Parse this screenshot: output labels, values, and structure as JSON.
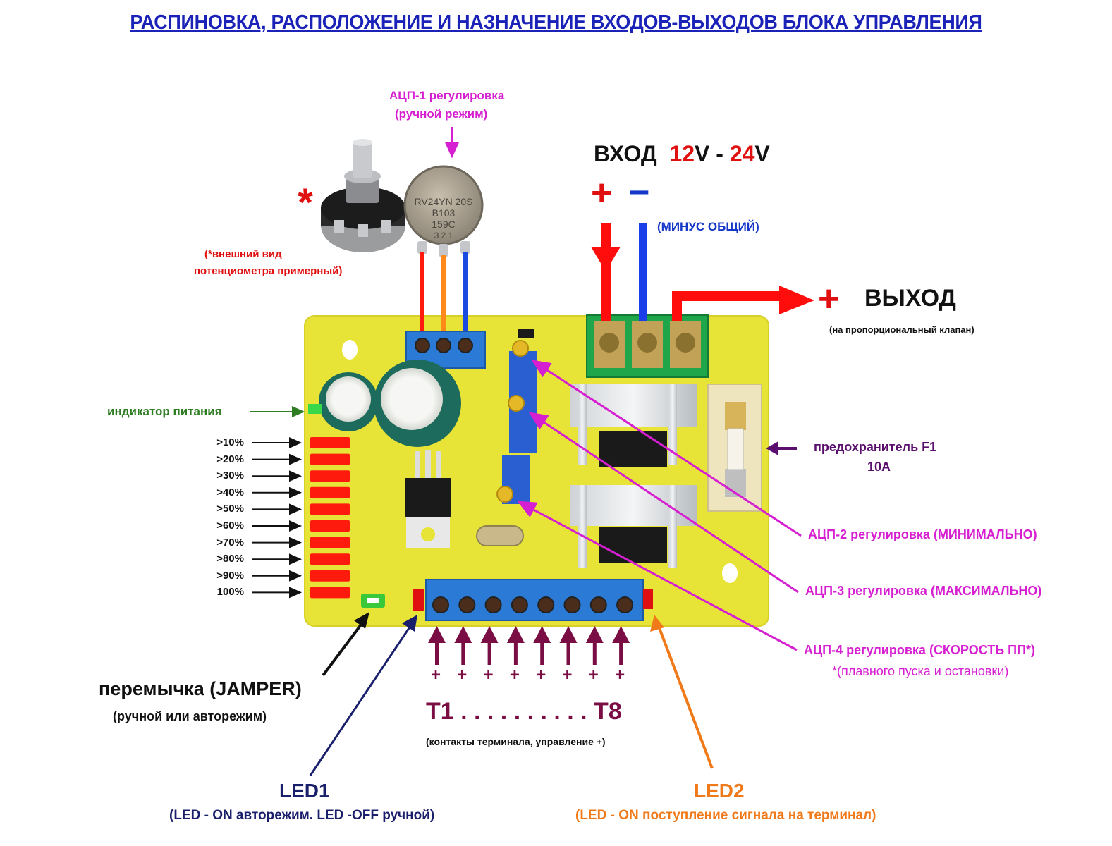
{
  "title": "РАСПИНОВКА, РАСПОЛОЖЕНИЕ И НАЗНАЧЕНИЕ ВХОДОВ-ВЫХОДОВ БЛОКА УПРАВЛЕНИЯ",
  "adc1": {
    "line1": "АЦП-1 регулировка",
    "line2": "(ручной режим)"
  },
  "potentiometer_note": {
    "asterisk": "*",
    "line1": "(*внешний вид",
    "line2": "потенциометра примерный)"
  },
  "potentiometer_marking": {
    "model": "RV24YN 20S",
    "value": "B103",
    "code": "159C",
    "pins": "3  2  1"
  },
  "input": {
    "label": "ВХОД",
    "v_low": "12",
    "v_high": "24",
    "unit": "V",
    "dash": "-",
    "plus": "+",
    "minus": "–",
    "minus_note": "(МИНУС ОБЩИЙ)"
  },
  "output": {
    "plus": "+",
    "label": "ВЫХОД",
    "note": "(на пропорциональный клапан)"
  },
  "power_indicator": "индикатор питания",
  "level_leds": [
    ">10%",
    ">20%",
    ">30%",
    ">40%",
    ">50%",
    ">60%",
    ">70%",
    ">80%",
    ">90%",
    "100%"
  ],
  "fuse": {
    "line1": "предохранитель F1",
    "line2": "10А"
  },
  "adc2": "АЦП-2 регулировка (МИНИМАЛЬНО)",
  "adc3": "АЦП-3 регулировка (МАКСИМАЛЬНО)",
  "adc4": {
    "line1": "АЦП-4 регулировка (СКОРОСТЬ ПП*)",
    "line2": "*(плавного пуска и остановки)"
  },
  "jumper": {
    "line1": "перемычка (JAMPER)",
    "line2": "(ручной или авторежим)"
  },
  "terminals": {
    "plus_signs": [
      "+",
      "+",
      "+",
      "+",
      "+",
      "+",
      "+",
      "+"
    ],
    "range": "Т1 . . . . . . . . . . Т8",
    "note": "(контакты терминала, управление +)"
  },
  "led1": {
    "label": "LED1",
    "note": "(LED - ON авторежим. LED -OFF ручной)"
  },
  "led2": {
    "label": "LED2",
    "note": "(LED - ON поступление сигнала на терминал)"
  },
  "colors": {
    "title": "#1a22b8",
    "adc": "#d61fd0",
    "positive": "#e01010",
    "negative": "#1638c8",
    "power_indicator": "#2e7d22",
    "fuse_arrow": "#5a0f6e",
    "terminals": "#7a0e44",
    "led1": "#1a1f6b",
    "led2": "#f07a1a",
    "pcb": "#e6e23a"
  }
}
